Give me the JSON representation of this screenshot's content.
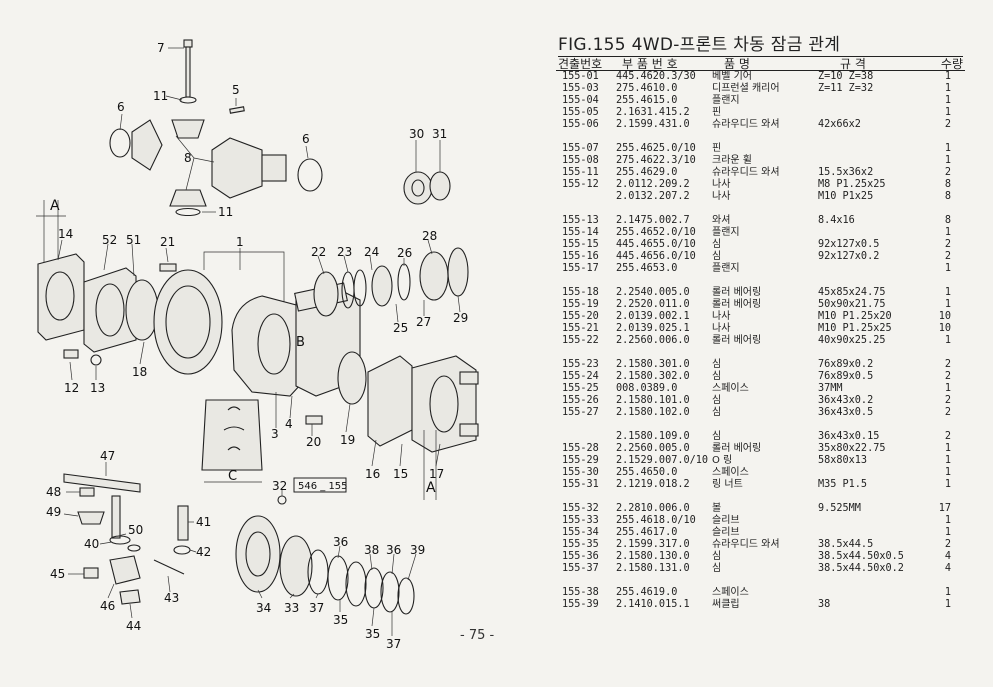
{
  "figure_title": "FIG.155 4WD-프론트 차동 잠금 관계",
  "table_header": {
    "col_no": "견출번호",
    "col_part_no": "부 품 번 호",
    "col_name": "품 명",
    "col_spec": "규 격",
    "col_qty": "수량"
  },
  "parts": [
    {
      "no": "155-01",
      "part_no": "445.4620.3/30",
      "name": "베벨 기어",
      "spec": "Z=10 Z=38",
      "qty": "1"
    },
    {
      "no": "155-03",
      "part_no": "275.4610.0",
      "name": "디프런셜 캐리어",
      "spec": "Z=11 Z=32",
      "qty": "1"
    },
    {
      "no": "155-04",
      "part_no": "255.4615.0",
      "name": "플랜지",
      "spec": "",
      "qty": "1"
    },
    {
      "no": "155-05",
      "part_no": "2.1631.415.2",
      "name": "핀",
      "spec": "",
      "qty": "1"
    },
    {
      "no": "155-06",
      "part_no": "2.1599.431.0",
      "name": "슈라우디드 와셔",
      "spec": "42x66x2",
      "qty": "2"
    },
    {
      "no": "155-07",
      "part_no": "255.4625.0/10",
      "name": "핀",
      "spec": "",
      "qty": "1"
    },
    {
      "no": "155-08",
      "part_no": "275.4622.3/10",
      "name": "크라운 휠",
      "spec": "",
      "qty": "1"
    },
    {
      "no": "155-11",
      "part_no": "255.4629.0",
      "name": "슈라우디드 와셔",
      "spec": "15.5x36x2",
      "qty": "2"
    },
    {
      "no": "155-12",
      "part_no": "2.0112.209.2",
      "name": "나사",
      "spec": "M8 P1.25x25",
      "qty": "8"
    },
    {
      "no": "",
      "part_no": "2.0132.207.2",
      "name": "나사",
      "spec": "M10 P1x25",
      "qty": "8"
    },
    {
      "no": "155-13",
      "part_no": "2.1475.002.7",
      "name": "와셔",
      "spec": "8.4x16",
      "qty": "8"
    },
    {
      "no": "155-14",
      "part_no": "255.4652.0/10",
      "name": "플랜지",
      "spec": "",
      "qty": "1"
    },
    {
      "no": "155-15",
      "part_no": "445.4655.0/10",
      "name": "심",
      "spec": "92x127x0.5",
      "qty": "2"
    },
    {
      "no": "155-16",
      "part_no": "445.4656.0/10",
      "name": "심",
      "spec": "92x127x0.2",
      "qty": "2"
    },
    {
      "no": "155-17",
      "part_no": "255.4653.0",
      "name": "플랜지",
      "spec": "",
      "qty": "1"
    },
    {
      "no": "155-18",
      "part_no": "2.2540.005.0",
      "name": "롤러 베어링",
      "spec": "45x85x24.75",
      "qty": "1"
    },
    {
      "no": "155-19",
      "part_no": "2.2520.011.0",
      "name": "롤러 베어링",
      "spec": "50x90x21.75",
      "qty": "1"
    },
    {
      "no": "155-20",
      "part_no": "2.0139.002.1",
      "name": "나사",
      "spec": "M10 P1.25x20",
      "qty": "10"
    },
    {
      "no": "155-21",
      "part_no": "2.0139.025.1",
      "name": "나사",
      "spec": "M10 P1.25x25",
      "qty": "10"
    },
    {
      "no": "155-22",
      "part_no": "2.2560.006.0",
      "name": "롤러 베어링",
      "spec": "40x90x25.25",
      "qty": "1"
    },
    {
      "no": "155-23",
      "part_no": "2.1580.301.0",
      "name": "심",
      "spec": "76x89x0.2",
      "qty": "2"
    },
    {
      "no": "155-24",
      "part_no": "2.1580.302.0",
      "name": "심",
      "spec": "76x89x0.5",
      "qty": "2"
    },
    {
      "no": "155-25",
      "part_no": "008.0389.0",
      "name": "스페이스",
      "spec": "37MM",
      "qty": "1"
    },
    {
      "no": "155-26",
      "part_no": "2.1580.101.0",
      "name": "심",
      "spec": "36x43x0.2",
      "qty": "2"
    },
    {
      "no": "155-27",
      "part_no": "2.1580.102.0",
      "name": "심",
      "spec": "36x43x0.5",
      "qty": "2"
    },
    {
      "no": "",
      "part_no": "2.1580.109.0",
      "name": "심",
      "spec": "36x43x0.15",
      "qty": "2"
    },
    {
      "no": "155-28",
      "part_no": "2.2560.005.0",
      "name": "롤러 베어링",
      "spec": "35x80x22.75",
      "qty": "1"
    },
    {
      "no": "155-29",
      "part_no": "2.1529.007.0/10",
      "name": "O 링",
      "spec": "58x80x13",
      "qty": "1"
    },
    {
      "no": "155-30",
      "part_no": "255.4650.0",
      "name": "스페이스",
      "spec": "",
      "qty": "1"
    },
    {
      "no": "155-31",
      "part_no": "2.1219.018.2",
      "name": "링 너트",
      "spec": "M35 P1.5",
      "qty": "1"
    },
    {
      "no": "155-32",
      "part_no": "2.2810.006.0",
      "name": "볼",
      "spec": "9.525MM",
      "qty": "17"
    },
    {
      "no": "155-33",
      "part_no": "255.4618.0/10",
      "name": "슬리브",
      "spec": "",
      "qty": "1"
    },
    {
      "no": "155-34",
      "part_no": "255.4617.0",
      "name": "슬리브",
      "spec": "",
      "qty": "1"
    },
    {
      "no": "155-35",
      "part_no": "2.1599.317.0",
      "name": "슈라우디드 와셔",
      "spec": "38.5x44.5",
      "qty": "2"
    },
    {
      "no": "155-36",
      "part_no": "2.1580.130.0",
      "name": "심",
      "spec": "38.5x44.50x0.5",
      "qty": "4"
    },
    {
      "no": "155-37",
      "part_no": "2.1580.131.0",
      "name": "심",
      "spec": "38.5x44.50x0.2",
      "qty": "4"
    },
    {
      "no": "155-38",
      "part_no": "255.4619.0",
      "name": "스페이스",
      "spec": "",
      "qty": "1"
    },
    {
      "no": "155-39",
      "part_no": "2.1410.015.1",
      "name": "써클립",
      "spec": "38",
      "qty": "1"
    }
  ],
  "diagram": {
    "callouts": [
      "7",
      "11",
      "5",
      "6",
      "8",
      "6",
      "11",
      "30",
      "31",
      "A",
      "14",
      "52",
      "51",
      "21",
      "1",
      "22",
      "23",
      "24",
      "26",
      "28",
      "25",
      "27",
      "29",
      "B",
      "12",
      "13",
      "18",
      "3",
      "4",
      "20",
      "19",
      "16",
      "15",
      "17",
      "A",
      "C",
      "32",
      "47",
      "48",
      "49",
      "50",
      "40",
      "41",
      "42",
      "45",
      "46",
      "44",
      "43",
      "36",
      "38",
      "36",
      "39",
      "34",
      "33",
      "37",
      "35",
      "35",
      "37"
    ],
    "box_label": "546 _ 155"
  },
  "page_number": "- 75 -"
}
